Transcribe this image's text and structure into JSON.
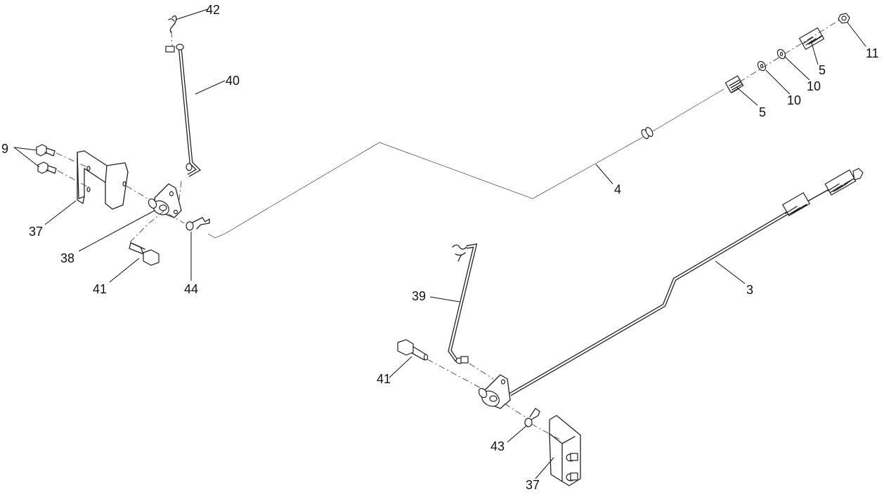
{
  "callouts": [
    {
      "id": "c42",
      "text": "42"
    },
    {
      "id": "c40",
      "text": "40"
    },
    {
      "id": "c9",
      "text": "9"
    },
    {
      "id": "c37a",
      "text": "37"
    },
    {
      "id": "c38",
      "text": "38"
    },
    {
      "id": "c41a",
      "text": "41"
    },
    {
      "id": "c44",
      "text": "44"
    },
    {
      "id": "c4",
      "text": "4"
    },
    {
      "id": "c5a",
      "text": "5"
    },
    {
      "id": "c10a",
      "text": "10"
    },
    {
      "id": "c10b",
      "text": "10"
    },
    {
      "id": "c5b",
      "text": "5"
    },
    {
      "id": "c11",
      "text": "11"
    },
    {
      "id": "c3",
      "text": "3"
    },
    {
      "id": "c39",
      "text": "39"
    },
    {
      "id": "c41b",
      "text": "41"
    },
    {
      "id": "c43",
      "text": "43"
    },
    {
      "id": "c37b",
      "text": "37"
    }
  ]
}
